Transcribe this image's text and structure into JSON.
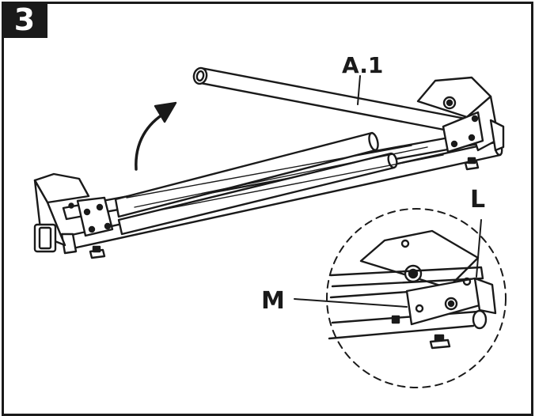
{
  "step": {
    "number": "3"
  },
  "labels": {
    "part_a1": "A.1",
    "part_l": "L",
    "part_m": "M"
  },
  "colors": {
    "ink": "#1a1a1a",
    "paper": "#ffffff"
  }
}
